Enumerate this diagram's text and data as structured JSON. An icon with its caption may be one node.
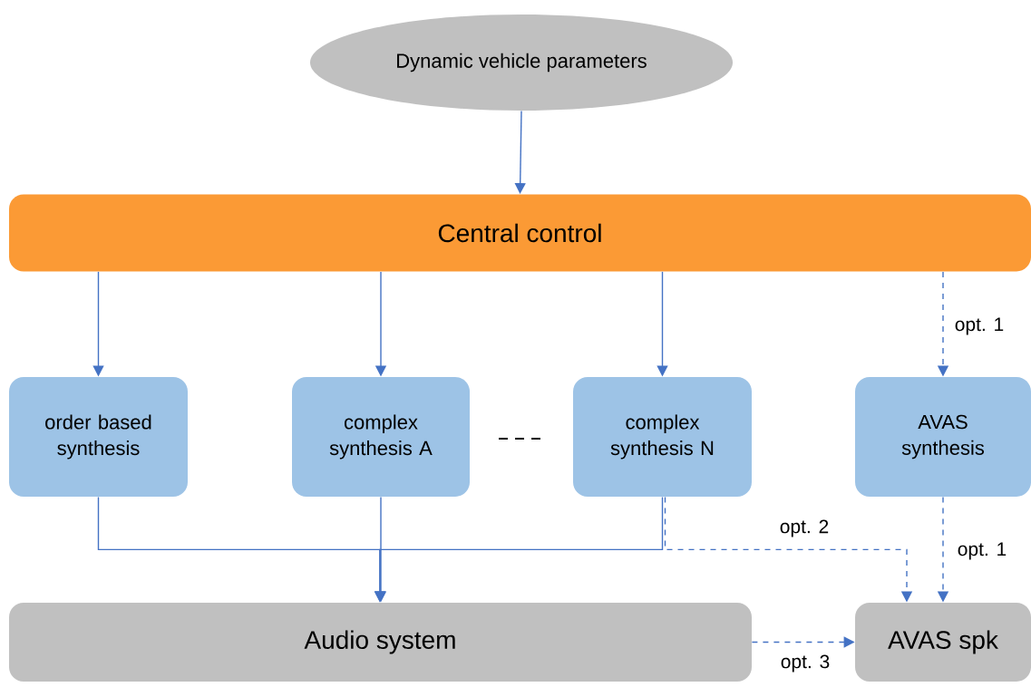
{
  "diagram": {
    "nodes": [
      {
        "text": [
          "Dynamic vehicle parameters"
        ]
      },
      {
        "text": [
          "Central control"
        ]
      },
      {
        "text": [
          "order based synthesis"
        ]
      },
      {
        "text": [
          "complex synthesis A"
        ]
      },
      {
        "text": [
          "complex synthesis N"
        ]
      },
      {
        "text": [
          "AVAS synthesis"
        ]
      },
      {
        "text": [
          "Audio system"
        ]
      },
      {
        "text": [
          "AVAS spk"
        ]
      }
    ],
    "edges": [
      {
        "from": 0,
        "to": 1,
        "arrow": "to"
      },
      {
        "from": 1,
        "to": 2,
        "arrow": "to"
      },
      {
        "from": 1,
        "to": 3,
        "arrow": "to"
      },
      {
        "from": 1,
        "to": 4,
        "arrow": "to"
      },
      {
        "from": 1,
        "to": 5,
        "arrow": "to",
        "style": "dashed",
        "label": "opt. 1"
      },
      {
        "from": 2,
        "to": 6,
        "arrow": "to"
      },
      {
        "from": 3,
        "to": 6,
        "arrow": "to"
      },
      {
        "from": 4,
        "to": 6,
        "arrow": "to"
      },
      {
        "from": 4,
        "to": 7,
        "arrow": "to",
        "style": "dashed",
        "label": "opt. 2"
      },
      {
        "from": 5,
        "to": 7,
        "arrow": "to",
        "style": "dashed",
        "label": "opt. 1"
      },
      {
        "from": 6,
        "to": 7,
        "arrow": "to",
        "style": "dashed",
        "label": "opt. 3"
      }
    ]
  }
}
